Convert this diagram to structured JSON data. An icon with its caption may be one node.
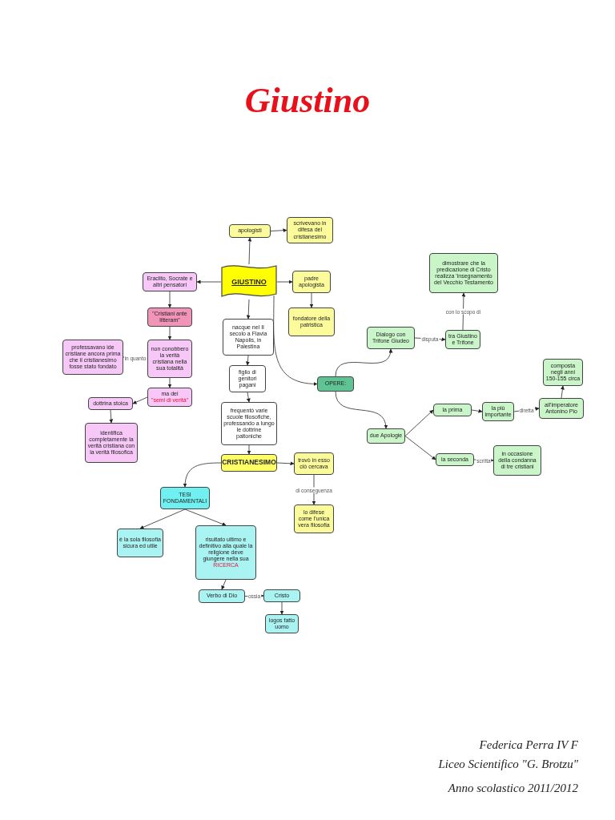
{
  "diagram": {
    "title": "Giustino",
    "nodes": [
      {
        "text": [
          "GIUSTINO"
        ]
      },
      {
        "text": [
          "apologisti"
        ]
      },
      {
        "text": [
          "scrivevano in difesa del cristianesimo"
        ]
      },
      {
        "text": [
          "Eraclito, Socrate e altri pensatori"
        ]
      },
      {
        "text": [
          "padre apologista"
        ]
      },
      {
        "text": [
          "fondatore della patristica"
        ]
      },
      {
        "text": [
          "\"Cristiani ante litteram\""
        ]
      },
      {
        "text": [
          "nacque nel II secolo a Flavia Napolis, in Palestina"
        ]
      },
      {
        "text": [
          "non conobbero la verità cristiana nella sua totalità"
        ]
      },
      {
        "text": [
          "professavano ide cristiane ancora prima che il cristianesimo fosse stato fondato"
        ]
      },
      {
        "text": [
          "figlio di genitori pagani"
        ]
      },
      {
        "text": [
          "OPERE:"
        ]
      },
      {
        "text": [
          "Dialogo con Trifone Giudeo"
        ]
      },
      {
        "text": [
          "tra Giustino e Trifone"
        ]
      },
      {
        "text": [
          "dimostrare che la predicazione di Cristo realizza 'insegnamento del Vecchio Testamento"
        ]
      },
      {
        "text": [
          "composta negli anni 150-155 circa"
        ]
      },
      {
        "text": [
          "ma dei",
          "\"semi di verità\""
        ]
      },
      {
        "text": [
          "dottrina stoica"
        ]
      },
      {
        "text": [
          "frequentò varie scuole filosofiche, professando a lungo le dottrine paltoniche"
        ]
      },
      {
        "text": [
          "la prima"
        ]
      },
      {
        "text": [
          "la più importante"
        ]
      },
      {
        "text": [
          "all'imperatore Antonino Pio"
        ]
      },
      {
        "text": [
          "due Apologie"
        ]
      },
      {
        "text": [
          "identifica completamente la verità cristiana con la verità filosofica"
        ]
      },
      {
        "text": [
          "CRISTIANESIMO"
        ]
      },
      {
        "text": [
          "trovò in esso ciò cercava"
        ]
      },
      {
        "text": [
          "la seconda"
        ]
      },
      {
        "text": [
          "in occasione della condanna di tre cristiani"
        ]
      },
      {
        "text": [
          "TESI FONDAMENTALI"
        ]
      },
      {
        "text": [
          "lo difese come l'unica vera filosofia"
        ]
      },
      {
        "text": [
          "è la sola filosofia sicura ed utile"
        ]
      },
      {
        "text": [
          "risultato ultimo e definitivo alla quale la religione deve giungere nella sua",
          "RICERCA"
        ]
      },
      {
        "text": [
          "Verbo di Dio"
        ]
      },
      {
        "text": [
          "Cristo"
        ]
      },
      {
        "text": [
          "logos fatto uomo"
        ]
      }
    ],
    "edges": [
      {
        "from": 0,
        "to": 1,
        "arrow": "to"
      },
      {
        "from": 1,
        "to": 2,
        "arrow": "to"
      },
      {
        "from": 0,
        "to": 3,
        "arrow": "to"
      },
      {
        "from": 0,
        "to": 4,
        "arrow": "to"
      },
      {
        "from": 4,
        "to": 5,
        "arrow": "to"
      },
      {
        "from": 3,
        "to": 6,
        "arrow": "to"
      },
      {
        "from": 6,
        "to": 8,
        "arrow": "to"
      },
      {
        "from": 8,
        "to": 9,
        "arrow": "to",
        "label": "in quanto"
      },
      {
        "from": 8,
        "to": 16,
        "arrow": "to"
      },
      {
        "from": 16,
        "to": 17,
        "arrow": "to"
      },
      {
        "from": 17,
        "to": 23,
        "arrow": "to"
      },
      {
        "from": 0,
        "to": 7,
        "arrow": "to"
      },
      {
        "from": 7,
        "to": 10,
        "arrow": "to"
      },
      {
        "from": 10,
        "to": 18,
        "arrow": "to"
      },
      {
        "from": 18,
        "to": 24,
        "arrow": "to"
      },
      {
        "from": 0,
        "to": 11,
        "arrow": "to"
      },
      {
        "from": 11,
        "to": 12,
        "arrow": "to"
      },
      {
        "from": 12,
        "to": 13,
        "arrow": "to",
        "label": "disputa"
      },
      {
        "from": 13,
        "to": 14,
        "arrow": "to",
        "label": "con lo scopo di"
      },
      {
        "from": 11,
        "to": 22,
        "arrow": "to"
      },
      {
        "from": 22,
        "to": 19,
        "arrow": "to"
      },
      {
        "from": 22,
        "to": 26,
        "arrow": "to"
      },
      {
        "from": 19,
        "to": 20,
        "arrow": "to"
      },
      {
        "from": 20,
        "to": 21,
        "arrow": "to",
        "label": "diretta"
      },
      {
        "from": 21,
        "to": 15,
        "arrow": "to"
      },
      {
        "from": 26,
        "to": 27,
        "arrow": "to",
        "label": "scritta"
      },
      {
        "from": 24,
        "to": 25,
        "arrow": "to"
      },
      {
        "from": 25,
        "to": 29,
        "arrow": "to",
        "label": "di conseguenza"
      },
      {
        "from": 24,
        "to": 28,
        "arrow": "to"
      },
      {
        "from": 28,
        "to": 30,
        "arrow": "to"
      },
      {
        "from": 28,
        "to": 31,
        "arrow": "to"
      },
      {
        "from": 31,
        "to": 32,
        "arrow": "to"
      },
      {
        "from": 32,
        "to": 33,
        "arrow": "to",
        "label": "ossia"
      },
      {
        "from": 33,
        "to": 34,
        "arrow": "to"
      }
    ],
    "labels": [
      "Federica Perra IV F",
      "Liceo Scientifico \"G. Brotzu\"",
      "Anno scolastico 2011/2012"
    ]
  }
}
